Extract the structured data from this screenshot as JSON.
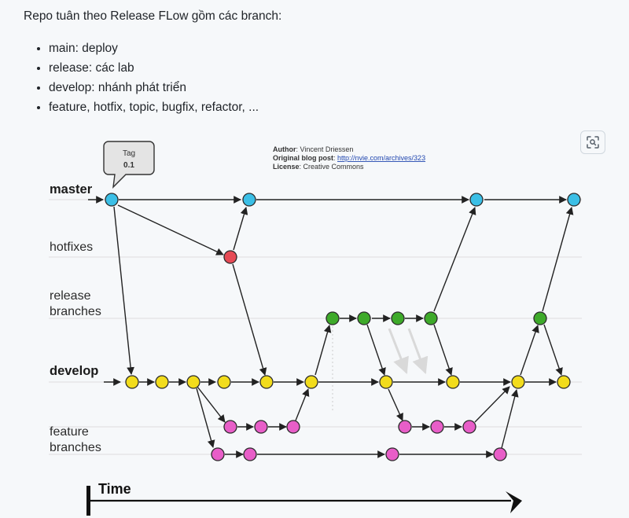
{
  "intro": "Repo tuân theo Release FLow gồm các branch:",
  "bullets": [
    "main: deploy",
    "release: các lab",
    "develop: nhánh phát triển",
    "feature, hotfix, topic, bugfix, refactor, ..."
  ],
  "diagram": {
    "lanes": {
      "master": "master",
      "hotfixes": "hotfixes",
      "release_line1": "release",
      "release_line2": "branches",
      "develop": "develop",
      "feature_line1": "feature",
      "feature_line2": "branches"
    },
    "tag": {
      "line1": "Tag",
      "line2": "0.1"
    },
    "credits": {
      "author_label": "Author",
      "author_value": ": Vincent Driessen",
      "blog_label": "Original blog post",
      "blog_value": "http://nvie.com/archives/323",
      "license_label": "License",
      "license_value": ": Creative Commons"
    },
    "time_label": "Time",
    "colors": {
      "master": "#3bbfe6",
      "hotfix": "#e64a55",
      "release": "#3eaa2a",
      "develop": "#f2dc1c",
      "feature": "#e85ec8"
    }
  },
  "copy_icon": "image-scan-icon"
}
